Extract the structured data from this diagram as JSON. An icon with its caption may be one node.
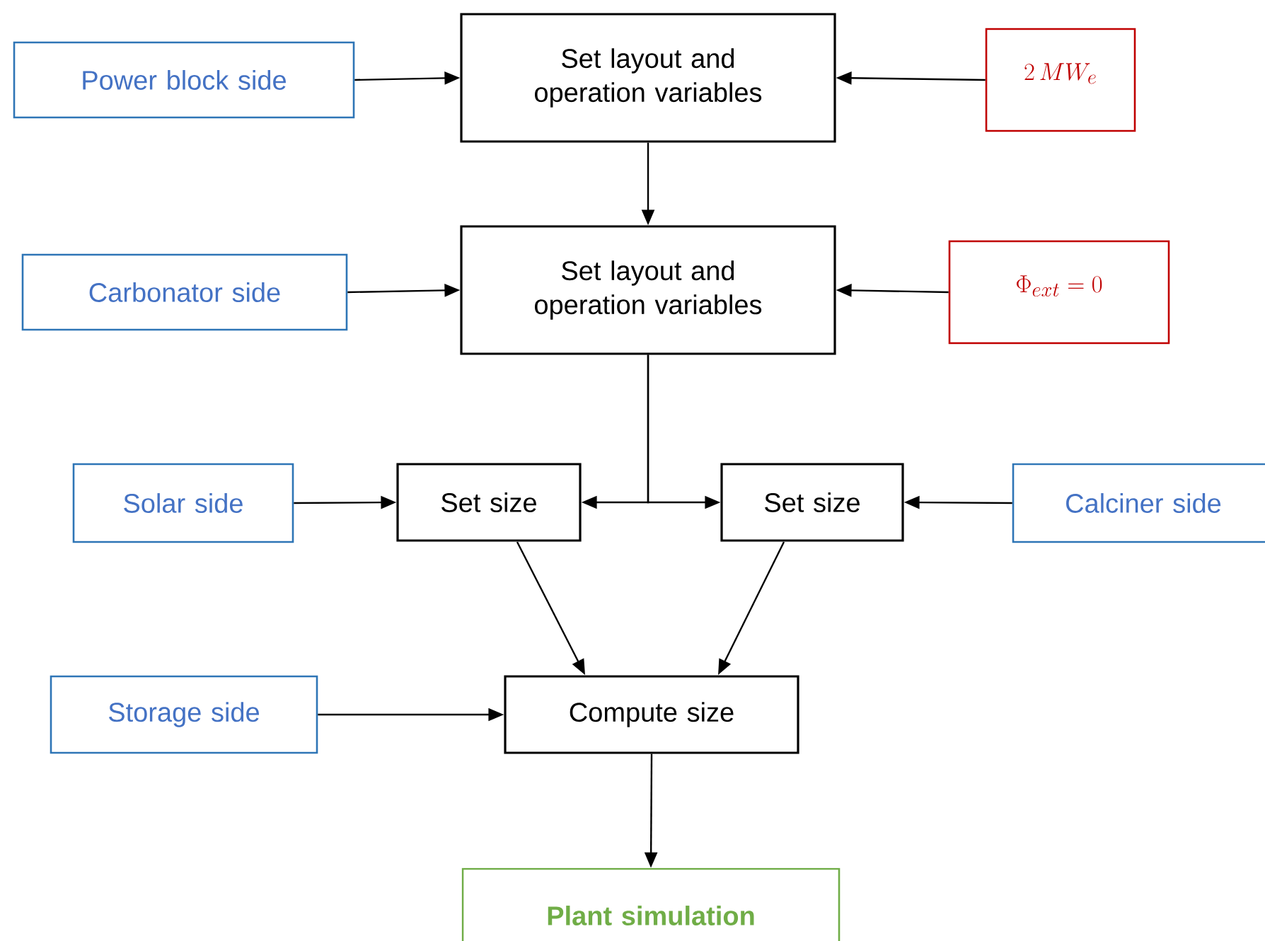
{
  "diagram": {
    "nodes": [
      {
        "text": [
          "Power block side"
        ]
      },
      {
        "text": [
          "Set layout and operation variables"
        ]
      },
      {
        "text": [
          "$2\\,MW_e$"
        ]
      },
      {
        "text": [
          "Carbonator side"
        ]
      },
      {
        "text": [
          "Set layout and operation variables"
        ]
      },
      {
        "text": [
          "$\\Phi_{ext}=0$"
        ]
      },
      {
        "text": [
          "Solar side"
        ]
      },
      {
        "text": [
          "Set size"
        ]
      },
      {
        "text": [
          "Set size"
        ]
      },
      {
        "text": [
          "Calciner side"
        ]
      },
      {
        "text": [
          "Storage side"
        ]
      },
      {
        "text": [
          "Compute size"
        ]
      },
      {
        "text": [
          "Plant simulation"
        ]
      }
    ],
    "edges": [
      {
        "from": 0,
        "to": 1,
        "arrow": "to"
      },
      {
        "from": 2,
        "to": 1,
        "arrow": "to"
      },
      {
        "from": 1,
        "to": 4,
        "arrow": "to"
      },
      {
        "from": 3,
        "to": 4,
        "arrow": "to"
      },
      {
        "from": 5,
        "to": 4,
        "arrow": "to"
      },
      {
        "from": 4,
        "to": 7,
        "arrow": "to"
      },
      {
        "from": 4,
        "to": 8,
        "arrow": "to"
      },
      {
        "from": 6,
        "to": 7,
        "arrow": "to"
      },
      {
        "from": 9,
        "to": 8,
        "arrow": "to"
      },
      {
        "from": 7,
        "to": 11,
        "arrow": "to"
      },
      {
        "from": 8,
        "to": 11,
        "arrow": "to"
      },
      {
        "from": 10,
        "to": 11,
        "arrow": "to"
      },
      {
        "from": 11,
        "to": 12,
        "arrow": "to"
      }
    ]
  }
}
